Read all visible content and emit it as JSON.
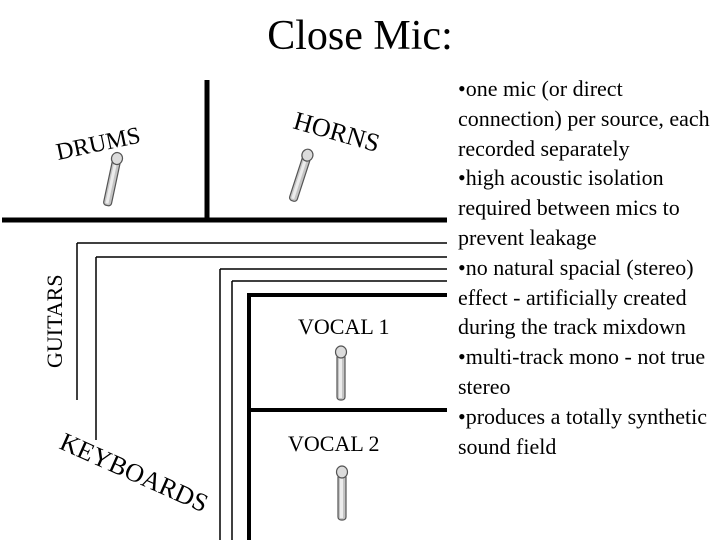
{
  "title": "Close Mic:",
  "studio": {
    "drums_label": "DRUMS",
    "horns_label": "HORNS",
    "guitars_label": "GUITARS",
    "keyboards_label": "KEYBOARDS",
    "vocal1_label": "VOCAL 1",
    "vocal2_label": "VOCAL 2"
  },
  "bullets": [
    "•one mic (or direct connection) per source, each recorded separately",
    "•high acoustic isolation required between mics to prevent leakage",
    "•no natural spacial (stereo) effect - artificially created during the track mixdown",
    "•multi-track mono - not true stereo",
    "•produces a totally synthetic sound field"
  ],
  "icons": {
    "microphone": "microphone-icon"
  },
  "colors": {
    "lines": "#000000",
    "mic_body": "#bdbdbd",
    "mic_head": "#d9d9d9",
    "mic_outline": "#555555"
  }
}
